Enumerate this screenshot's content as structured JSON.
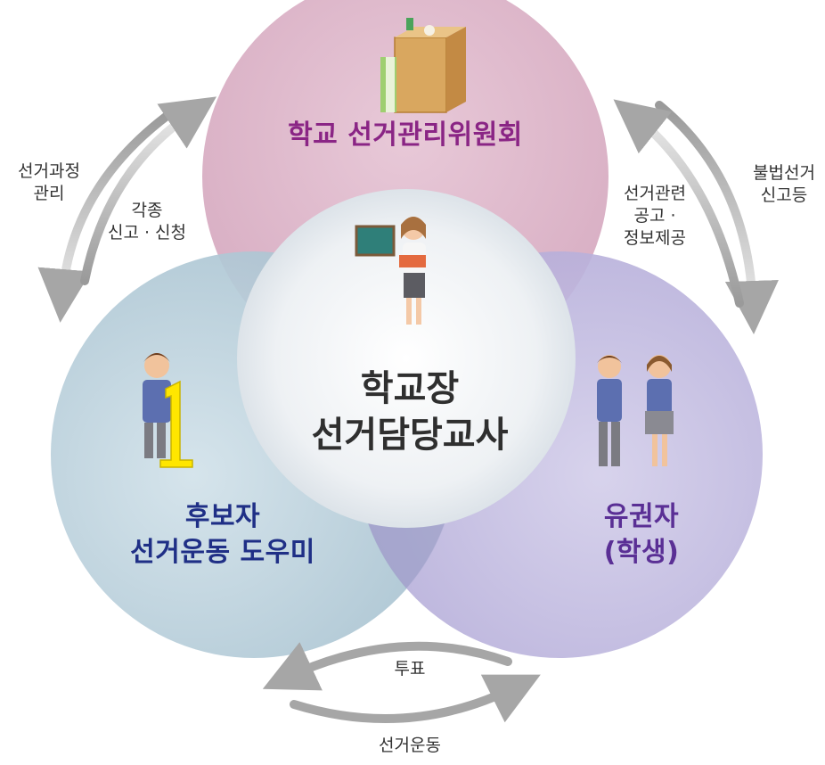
{
  "colors": {
    "top_circle": "#dcb4c8",
    "left_circle": "#bcd3dd",
    "right_circle": "#c4bde0",
    "center_circle": "#f1f3f5",
    "top_text": "#8a2585",
    "left_text": "#1f2f86",
    "right_text": "#5a2f95",
    "arrow": "#a9a9a9"
  },
  "diagram": {
    "top_node": "학교  선거관리위원회",
    "center_node": "학교장\n선거담당교사",
    "left_node": "후보자\n선거운동  도우미",
    "right_node": "유권자\n(학생)"
  },
  "edges": {
    "left_outer": "선거과정\n관리",
    "left_inner": "각종\n신고 · 신청",
    "right_inner": "선거관련\n공고 ·\n정보제공",
    "right_outer": "불법선거\n신고등",
    "bottom_upper": "투표",
    "bottom_lower": "선거운동"
  },
  "icons": {
    "top": "school-building-icon",
    "center": "teacher-icon",
    "left": "candidate-number-one-icon",
    "right": "students-icon"
  }
}
